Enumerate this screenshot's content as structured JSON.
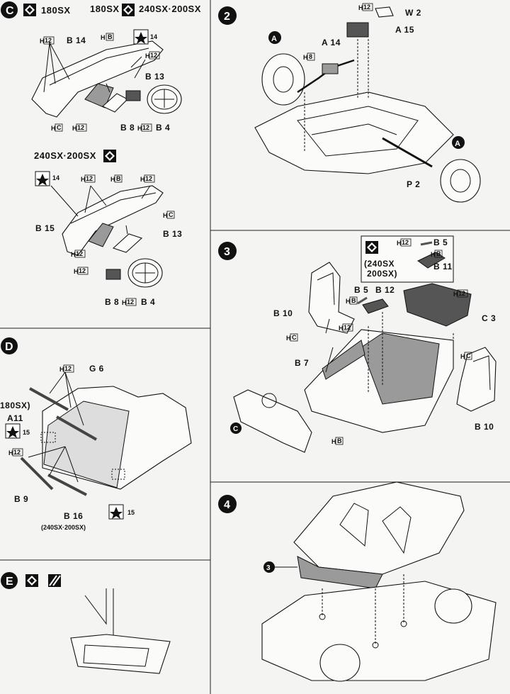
{
  "steps": {
    "c": {
      "badge": "C",
      "top_variant": "180SX",
      "top_variant_alt": "180SX",
      "top_variant_right": "240SX·200SX",
      "bottom_variant": "240SX·200SX",
      "labels": {
        "b14": "B 14",
        "b13_top": "B 13",
        "b8_top": "B 8",
        "b4_top": "B 4",
        "b15": "B 15",
        "b13_bot": "B 13",
        "b8_bot": "B 8",
        "b4_bot": "B 4",
        "hb": "H",
        "hb_box": "B",
        "hc": "H",
        "hc_box": "C",
        "h12": "H",
        "h12_box": "12",
        "ref14": "14"
      }
    },
    "d": {
      "badge": "D",
      "labels": {
        "g6": "G 6",
        "variant_180": "180SX)",
        "a11": "A11",
        "b9": "B 9",
        "b16": "B 16",
        "b16_variant": "(240SX·200SX)",
        "ref15": "15",
        "h12": "H",
        "h12_box": "12"
      }
    },
    "e": {
      "badge": "E"
    },
    "s2": {
      "badge": "2",
      "labels": {
        "w2": "W 2",
        "a15": "A 15",
        "a14": "A 14",
        "p2": "P 2",
        "a_marker": "A",
        "h8": "H",
        "h8_box": "8",
        "h12": "H",
        "h12_box": "12"
      }
    },
    "s3": {
      "badge": "3",
      "inset_variant_1": "(240SX",
      "inset_variant_2": "200SX)",
      "labels": {
        "b5_inset": "B 5",
        "b11": "B 11",
        "b5": "B 5",
        "b12": "B 12",
        "b10_left": "B 10",
        "b10_right": "B 10",
        "b7": "B 7",
        "c3": "C 3",
        "c_marker": "C",
        "hb": "H",
        "hb_box": "B",
        "hc": "H",
        "hc_box": "C",
        "h12": "H",
        "h12_box": "12"
      }
    },
    "s4": {
      "badge": "4",
      "ref3": "3"
    }
  }
}
